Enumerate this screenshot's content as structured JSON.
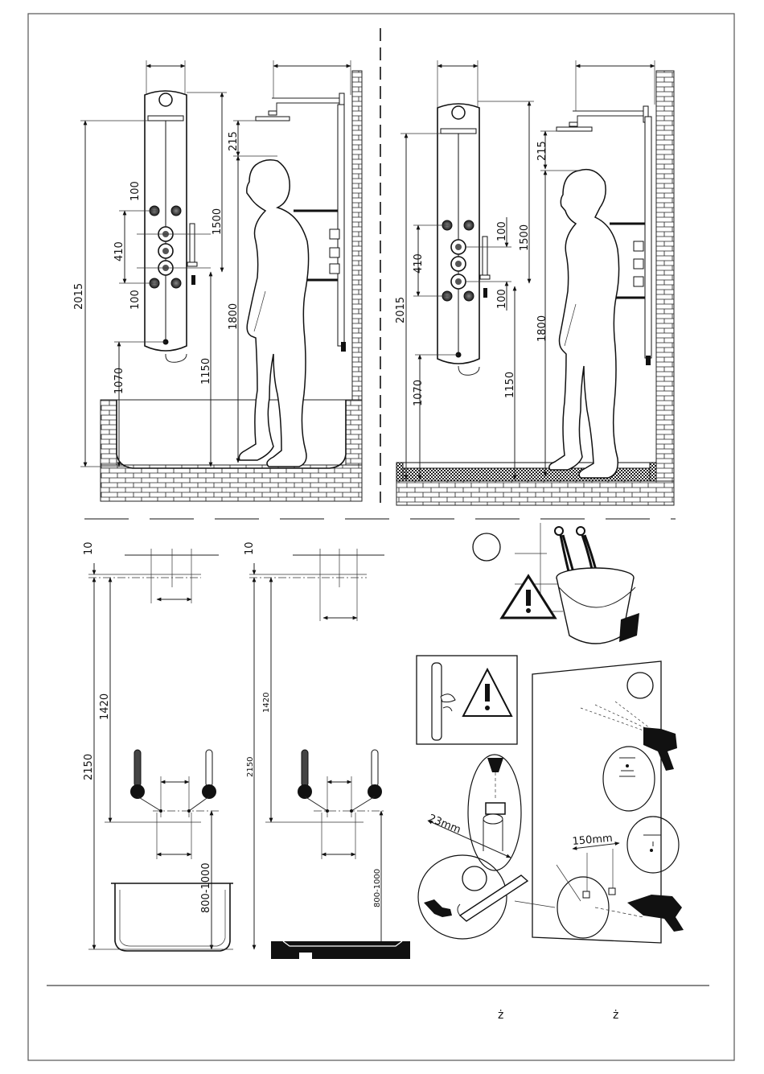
{
  "dimensions": {
    "d2015": "2015",
    "d1070": "1070",
    "d1150": "1150",
    "d1800": "1800",
    "d1500": "1500",
    "d215": "215",
    "d100": "100",
    "d410": "410",
    "d10": "10",
    "d2150": "2150",
    "d1420": "1420",
    "d800_1000": "800-1000",
    "d23mm": "23mm",
    "d150mm": "150mm"
  },
  "footer": {
    "char_a": "ż",
    "char_b": "ż"
  },
  "icons": [
    "warning-triangle-icon",
    "bucket-icon",
    "drill-icon",
    "wrench-icon"
  ]
}
